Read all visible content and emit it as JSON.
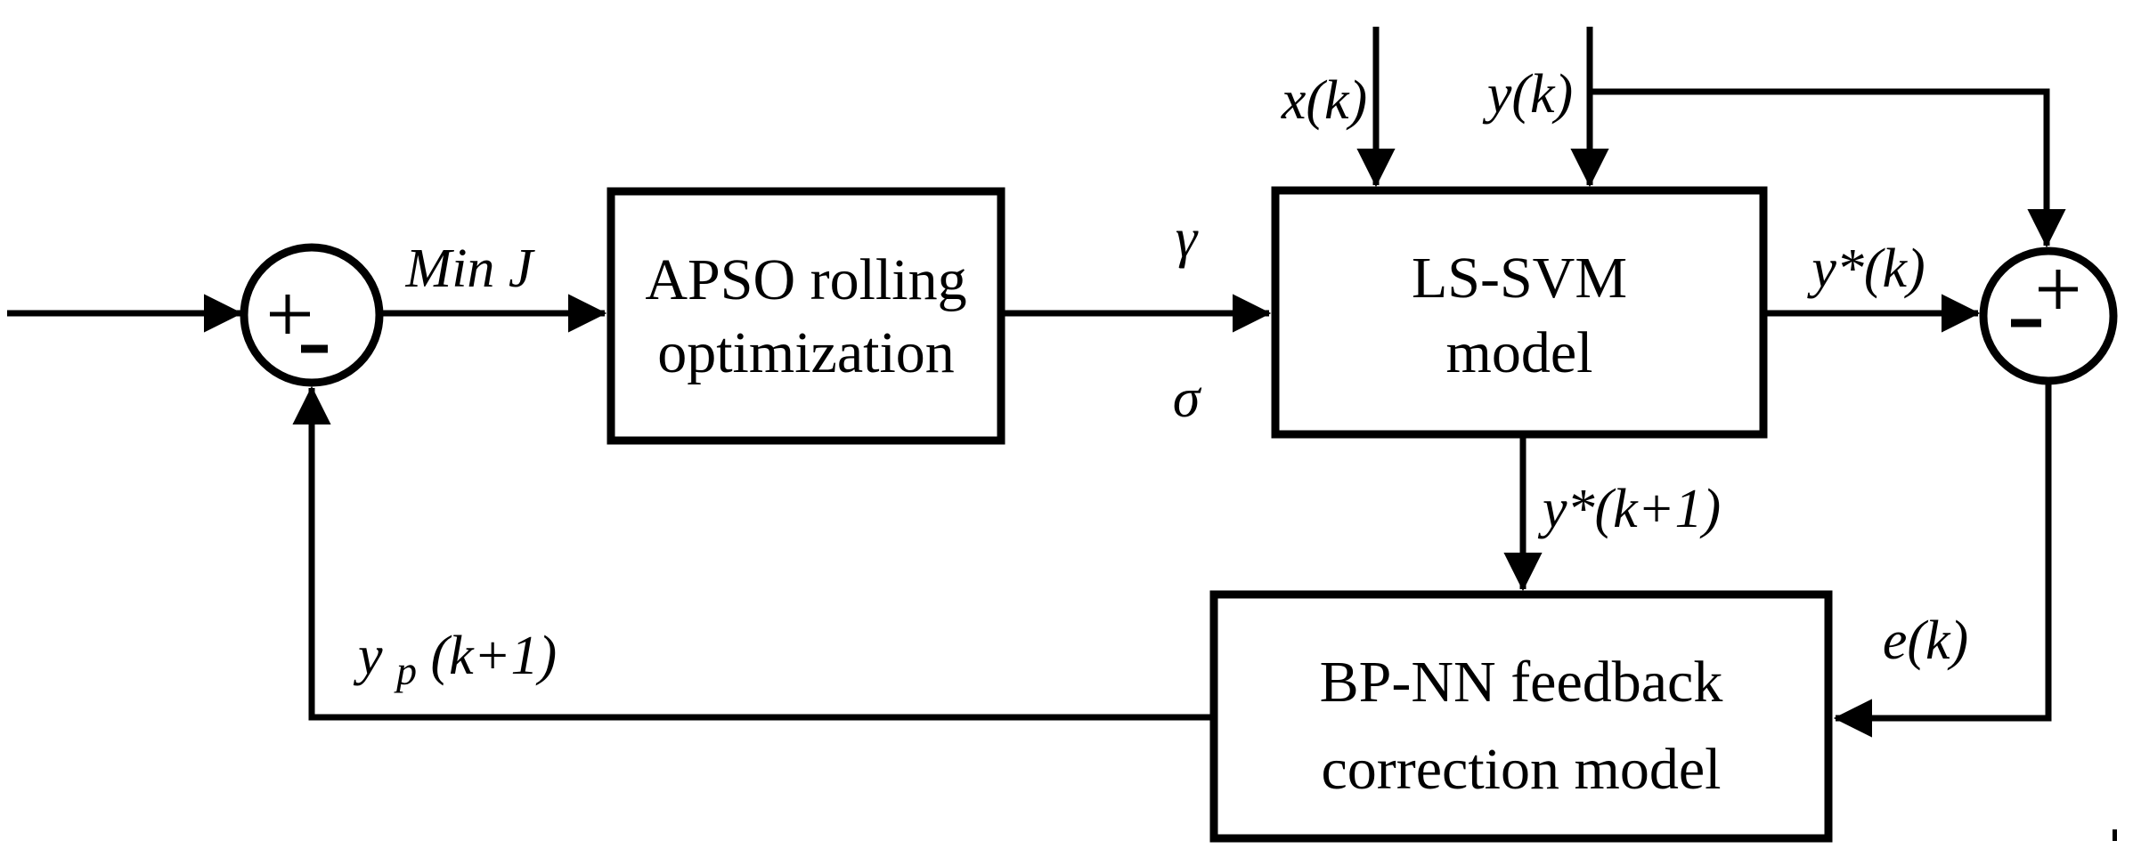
{
  "figure": {
    "background": "#ffffff",
    "ink": "#000000",
    "blocks": {
      "apso": {
        "line1": "APSO rolling",
        "line2": "optimization"
      },
      "lssvm": {
        "line1": "LS-SVM",
        "line2": "model"
      },
      "bpnn": {
        "line1": "BP-NN feedback",
        "line2": "correction model"
      }
    },
    "junctions": {
      "left": {
        "plus": "+",
        "minus": "−"
      },
      "right": {
        "plus": "+",
        "minus": "−"
      }
    },
    "labels": {
      "min_j": "Min J",
      "gamma": "γ",
      "sigma": "σ",
      "x_k": "x(k)",
      "y_k": "y(k)",
      "y_star_k": "y*(k)",
      "y_star_k_plus_1": "y*(k+1)",
      "e_k": "e(k)",
      "y_p": {
        "base": "y",
        "sub": "p",
        "rest": "(k+1)"
      }
    }
  }
}
